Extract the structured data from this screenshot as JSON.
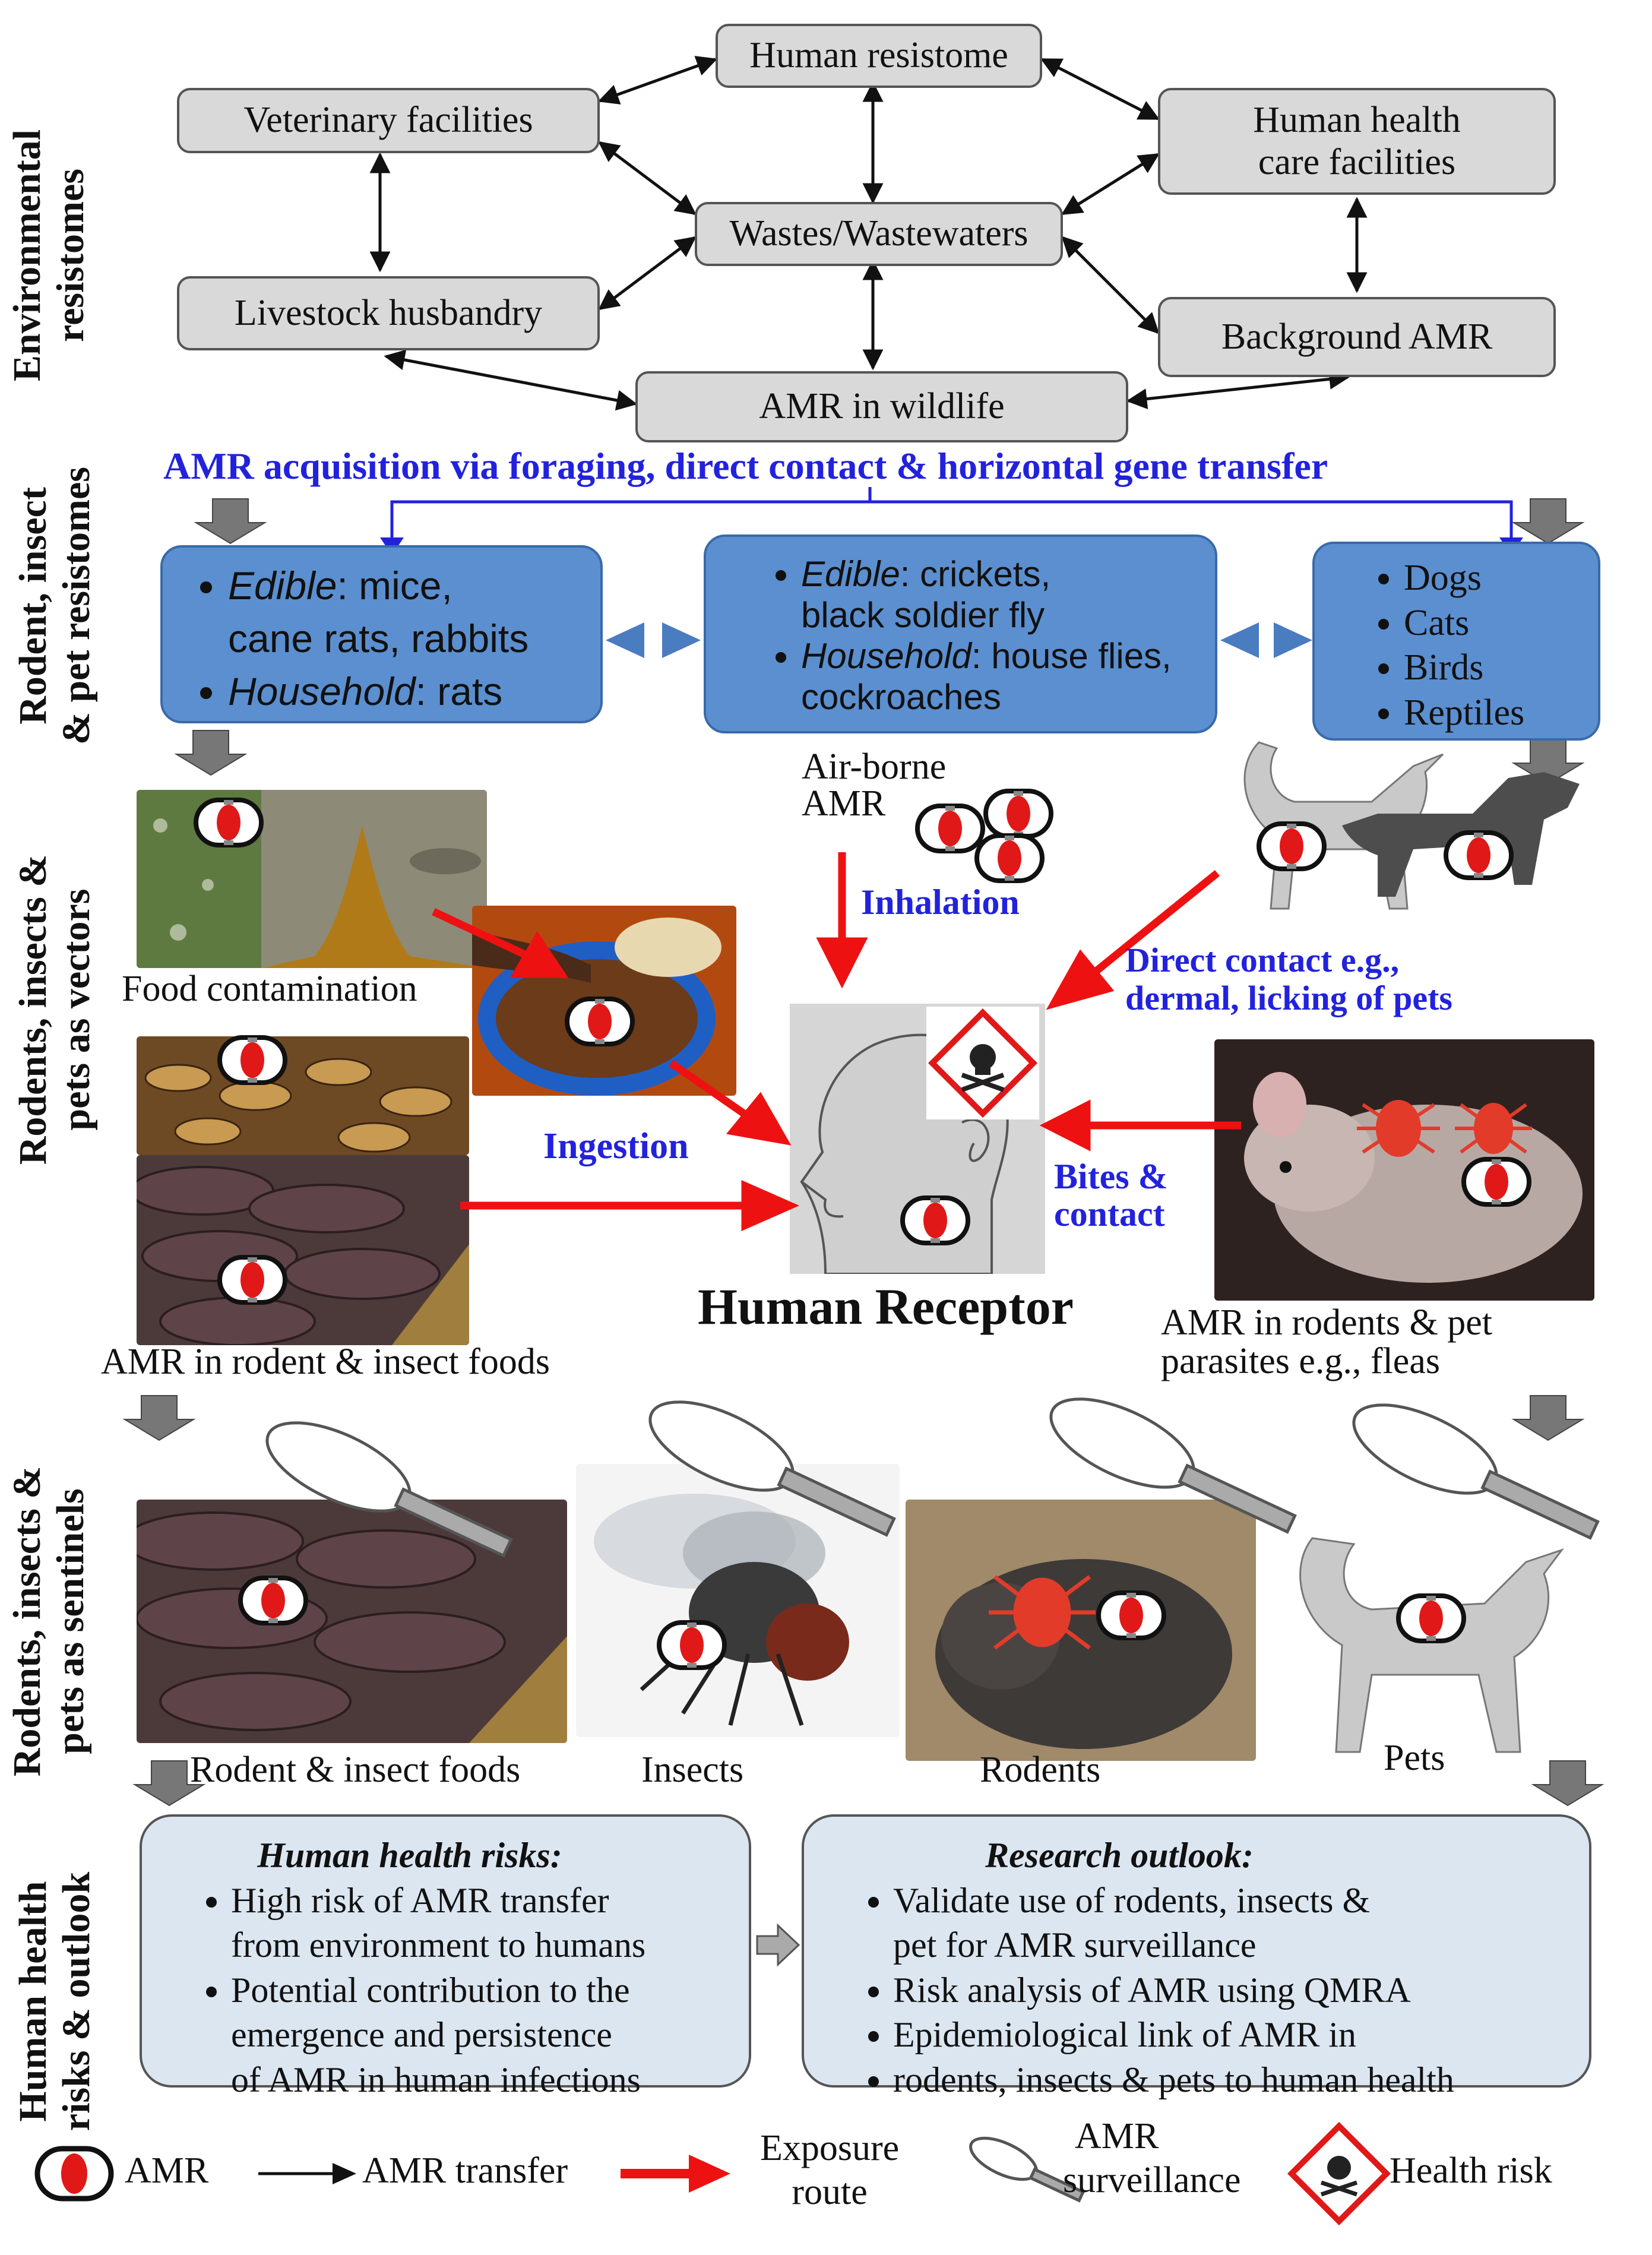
{
  "side_labels": {
    "environmental": [
      "Environmental",
      "resistomes"
    ],
    "resistome": [
      "Rodent, insect",
      "& pet resistomes"
    ],
    "vectors": [
      "Rodents, insects &",
      "pets as vectors"
    ],
    "sentinels": [
      "Rodents, insects &",
      "pets as sentinels"
    ],
    "outlook": [
      "Human health",
      "risks & outlook"
    ]
  },
  "env_boxes": {
    "human_resistome": "Human resistome",
    "veterinary": "Veterinary facilities",
    "human_health_1": "Human health",
    "human_health_2": "care facilities",
    "wastes": "Wastes/Wastewaters",
    "livestock": "Livestock husbandry",
    "background": "Background AMR",
    "wildlife": "AMR in wildlife"
  },
  "acquisition_text": "AMR acquisition via foraging, direct contact & horizontal gene transfer",
  "resistome_boxes": {
    "left": [
      {
        "em": "Edible",
        "text": ": mice,"
      },
      {
        "em": "",
        "text": "cane rats, rabbits"
      },
      {
        "em": "Household",
        "text": ": rats"
      }
    ],
    "middle": [
      {
        "em": "Edible",
        "text": ": crickets,"
      },
      {
        "em": "",
        "text": "black soldier fly"
      },
      {
        "em": "Household",
        "text": ": house flies,"
      },
      {
        "em": "",
        "text": "cockroaches"
      }
    ],
    "right": [
      "Dogs",
      "Cats",
      "Birds",
      "Reptiles"
    ]
  },
  "vectors": {
    "airborne_1": "Air-borne",
    "airborne_2": "AMR",
    "inhalation": "Inhalation",
    "direct_contact_1": "Direct contact e.g.,",
    "direct_contact_2": "dermal, licking of pets",
    "food_contamination": "Food contamination",
    "ingestion": "Ingestion",
    "bites_1": "Bites &",
    "bites_2": "contact",
    "human_receptor": "Human Receptor",
    "rodent_insect_foods": "AMR in rodent & insect foods",
    "parasites_1": "AMR in  rodents & pet",
    "parasites_2": "parasites e.g., fleas"
  },
  "sentinels": {
    "foods": "Rodent & insect foods",
    "insects": "Insects",
    "rodents": "Rodents",
    "pets": "Pets"
  },
  "outlook": {
    "risks_title": "Human health risks:",
    "risks": [
      [
        "High risk of AMR transfer",
        "from environment to humans"
      ],
      [
        "Potential contribution  to the",
        "emergence and   persistence",
        "of  AMR in human infections"
      ]
    ],
    "research_title": "Research outlook:",
    "research": [
      [
        "Validate use of rodents, insects &",
        " pet for AMR surveillance"
      ],
      [
        "Risk analysis of AMR using QMRA"
      ],
      [
        "Epidemiological link of AMR in"
      ],
      [
        "rodents, insects & pets to human health"
      ]
    ]
  },
  "legend": {
    "amr": "AMR",
    "transfer": "AMR transfer",
    "exposure_1": "Exposure",
    "exposure_2": "route",
    "surveillance_1": "AMR",
    "surveillance_2": "surveillance",
    "health_risk": "Health risk"
  },
  "colors": {
    "box_gray": "#d9d9d9",
    "resistome_blue": "#5b8fd0",
    "text_blue": "#2222dd",
    "exposure_red": "#ee1111",
    "panel_blue": "#dbe6f1"
  }
}
